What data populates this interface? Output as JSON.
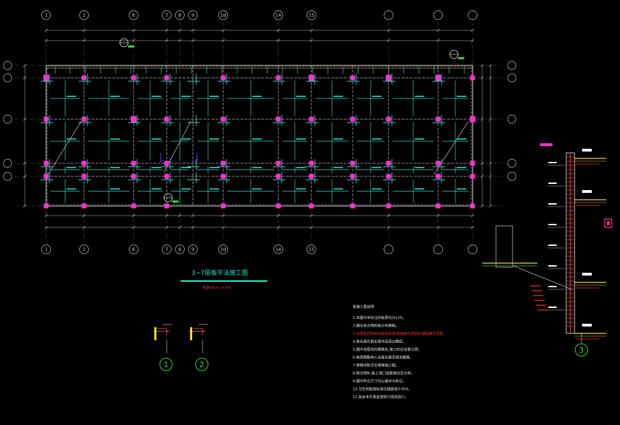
{
  "drawing": {
    "background": "#000000",
    "colors": {
      "grid_line": "#c8c8c8",
      "beam": "#2fe0c8",
      "column": "#ff2fd6",
      "dimension": "#c8c8c8",
      "wall": "#ffffff",
      "title": "#2fe0c8",
      "title_underline": "#2fe0c8",
      "note_highlight": "#ff3030",
      "detail_yellow": "#f0e030",
      "detail_green": "#30e030",
      "detail_red": "#ff3030",
      "detail_blue": "#4040ff"
    },
    "top_axis_labels": [
      "1",
      "2",
      "6",
      "7",
      "8",
      "9",
      "10",
      "14",
      "15"
    ],
    "bottom_axis_labels": [
      "1",
      "2",
      "6",
      "7",
      "8",
      "9",
      "10",
      "14",
      "15"
    ],
    "plan_title": "3~7层板平法施工图",
    "plan_subtitle": "板面标高:H=-0.050",
    "notes_heading": "板施工图说明",
    "notes": [
      "1.本图中未标注的板厚均为120。",
      "2.图中未注明的板分布钢筋。",
      "3.本层板顶标高为结构标高,板面筋与梁筋的锚固做法见图。",
      "4.板支座负筋长度均自梁边算起。",
      "5.图中双层双向钢筋处,施工时应设置马凳。",
      "6.板底钢筋伸入支座长度见相关图集。",
      "7.楼梯间板详见楼梯施工图。",
      "8.除注明外,板上洞口加筋做法见大样。",
      "9.图中所注尺寸均以毫米为单位。",
      "10.卫生间板面标高比楼面低0.050。",
      "11.其余未尽事宜按现行规范执行。"
    ],
    "detail_callouts": [
      "1",
      "2",
      "3"
    ]
  }
}
